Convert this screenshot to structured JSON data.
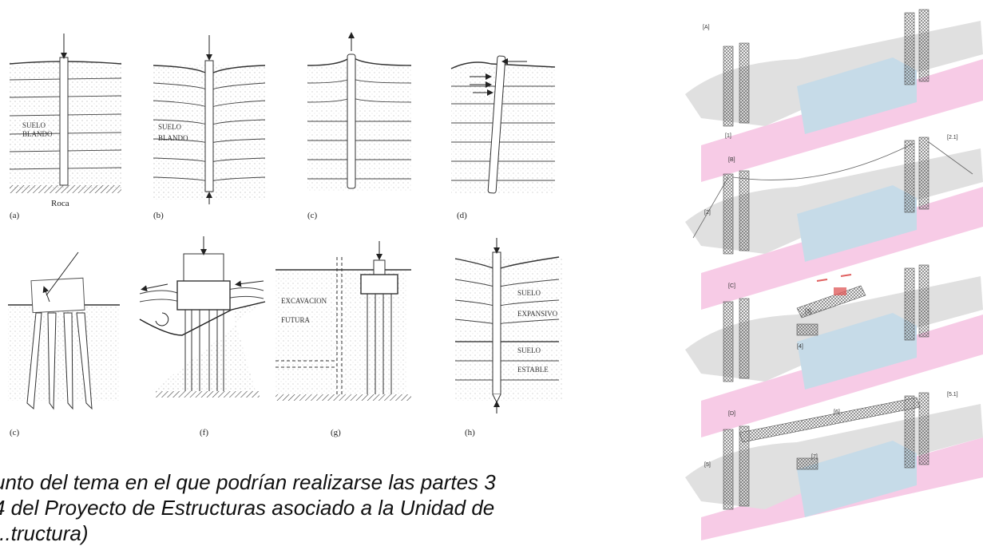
{
  "left_figure": {
    "panels": [
      {
        "id": "a",
        "caption": "(a)",
        "labels": [
          "SUELO",
          "BLANDO",
          "Roca"
        ]
      },
      {
        "id": "b",
        "caption": "(b)",
        "labels": [
          "SUELO",
          "BLANDO"
        ]
      },
      {
        "id": "c1",
        "caption": "(c)",
        "labels": []
      },
      {
        "id": "d",
        "caption": "(d)",
        "labels": []
      },
      {
        "id": "c2",
        "caption": "(c)",
        "labels": []
      },
      {
        "id": "f",
        "caption": "(f)",
        "labels": []
      },
      {
        "id": "g",
        "caption": "(g)",
        "labels": [
          "EXCAVACION",
          "FUTURA"
        ]
      },
      {
        "id": "h",
        "caption": "(h)",
        "labels": [
          "SUELO",
          "EXPANSIVO",
          "SUELO",
          "ESTABLE"
        ]
      }
    ]
  },
  "right_figure": {
    "stages": [
      {
        "label": "[A]",
        "tags": [
          "[1]"
        ]
      },
      {
        "label": "[B]",
        "tags": [
          "[2]",
          "[2.1]"
        ]
      },
      {
        "label": "[C]",
        "tags": [
          "[3]",
          "[4]"
        ]
      },
      {
        "label": "[D]",
        "tags": [
          "[5]",
          "[6]",
          "[7]",
          "[5.1]"
        ]
      }
    ]
  },
  "caption": {
    "line1": "unto del tema en el que podrían realizarse las partes 3",
    "line2": "4 del Proyecto de Estructuras asociado a la Unidad de",
    "line3": "...tructura)"
  }
}
